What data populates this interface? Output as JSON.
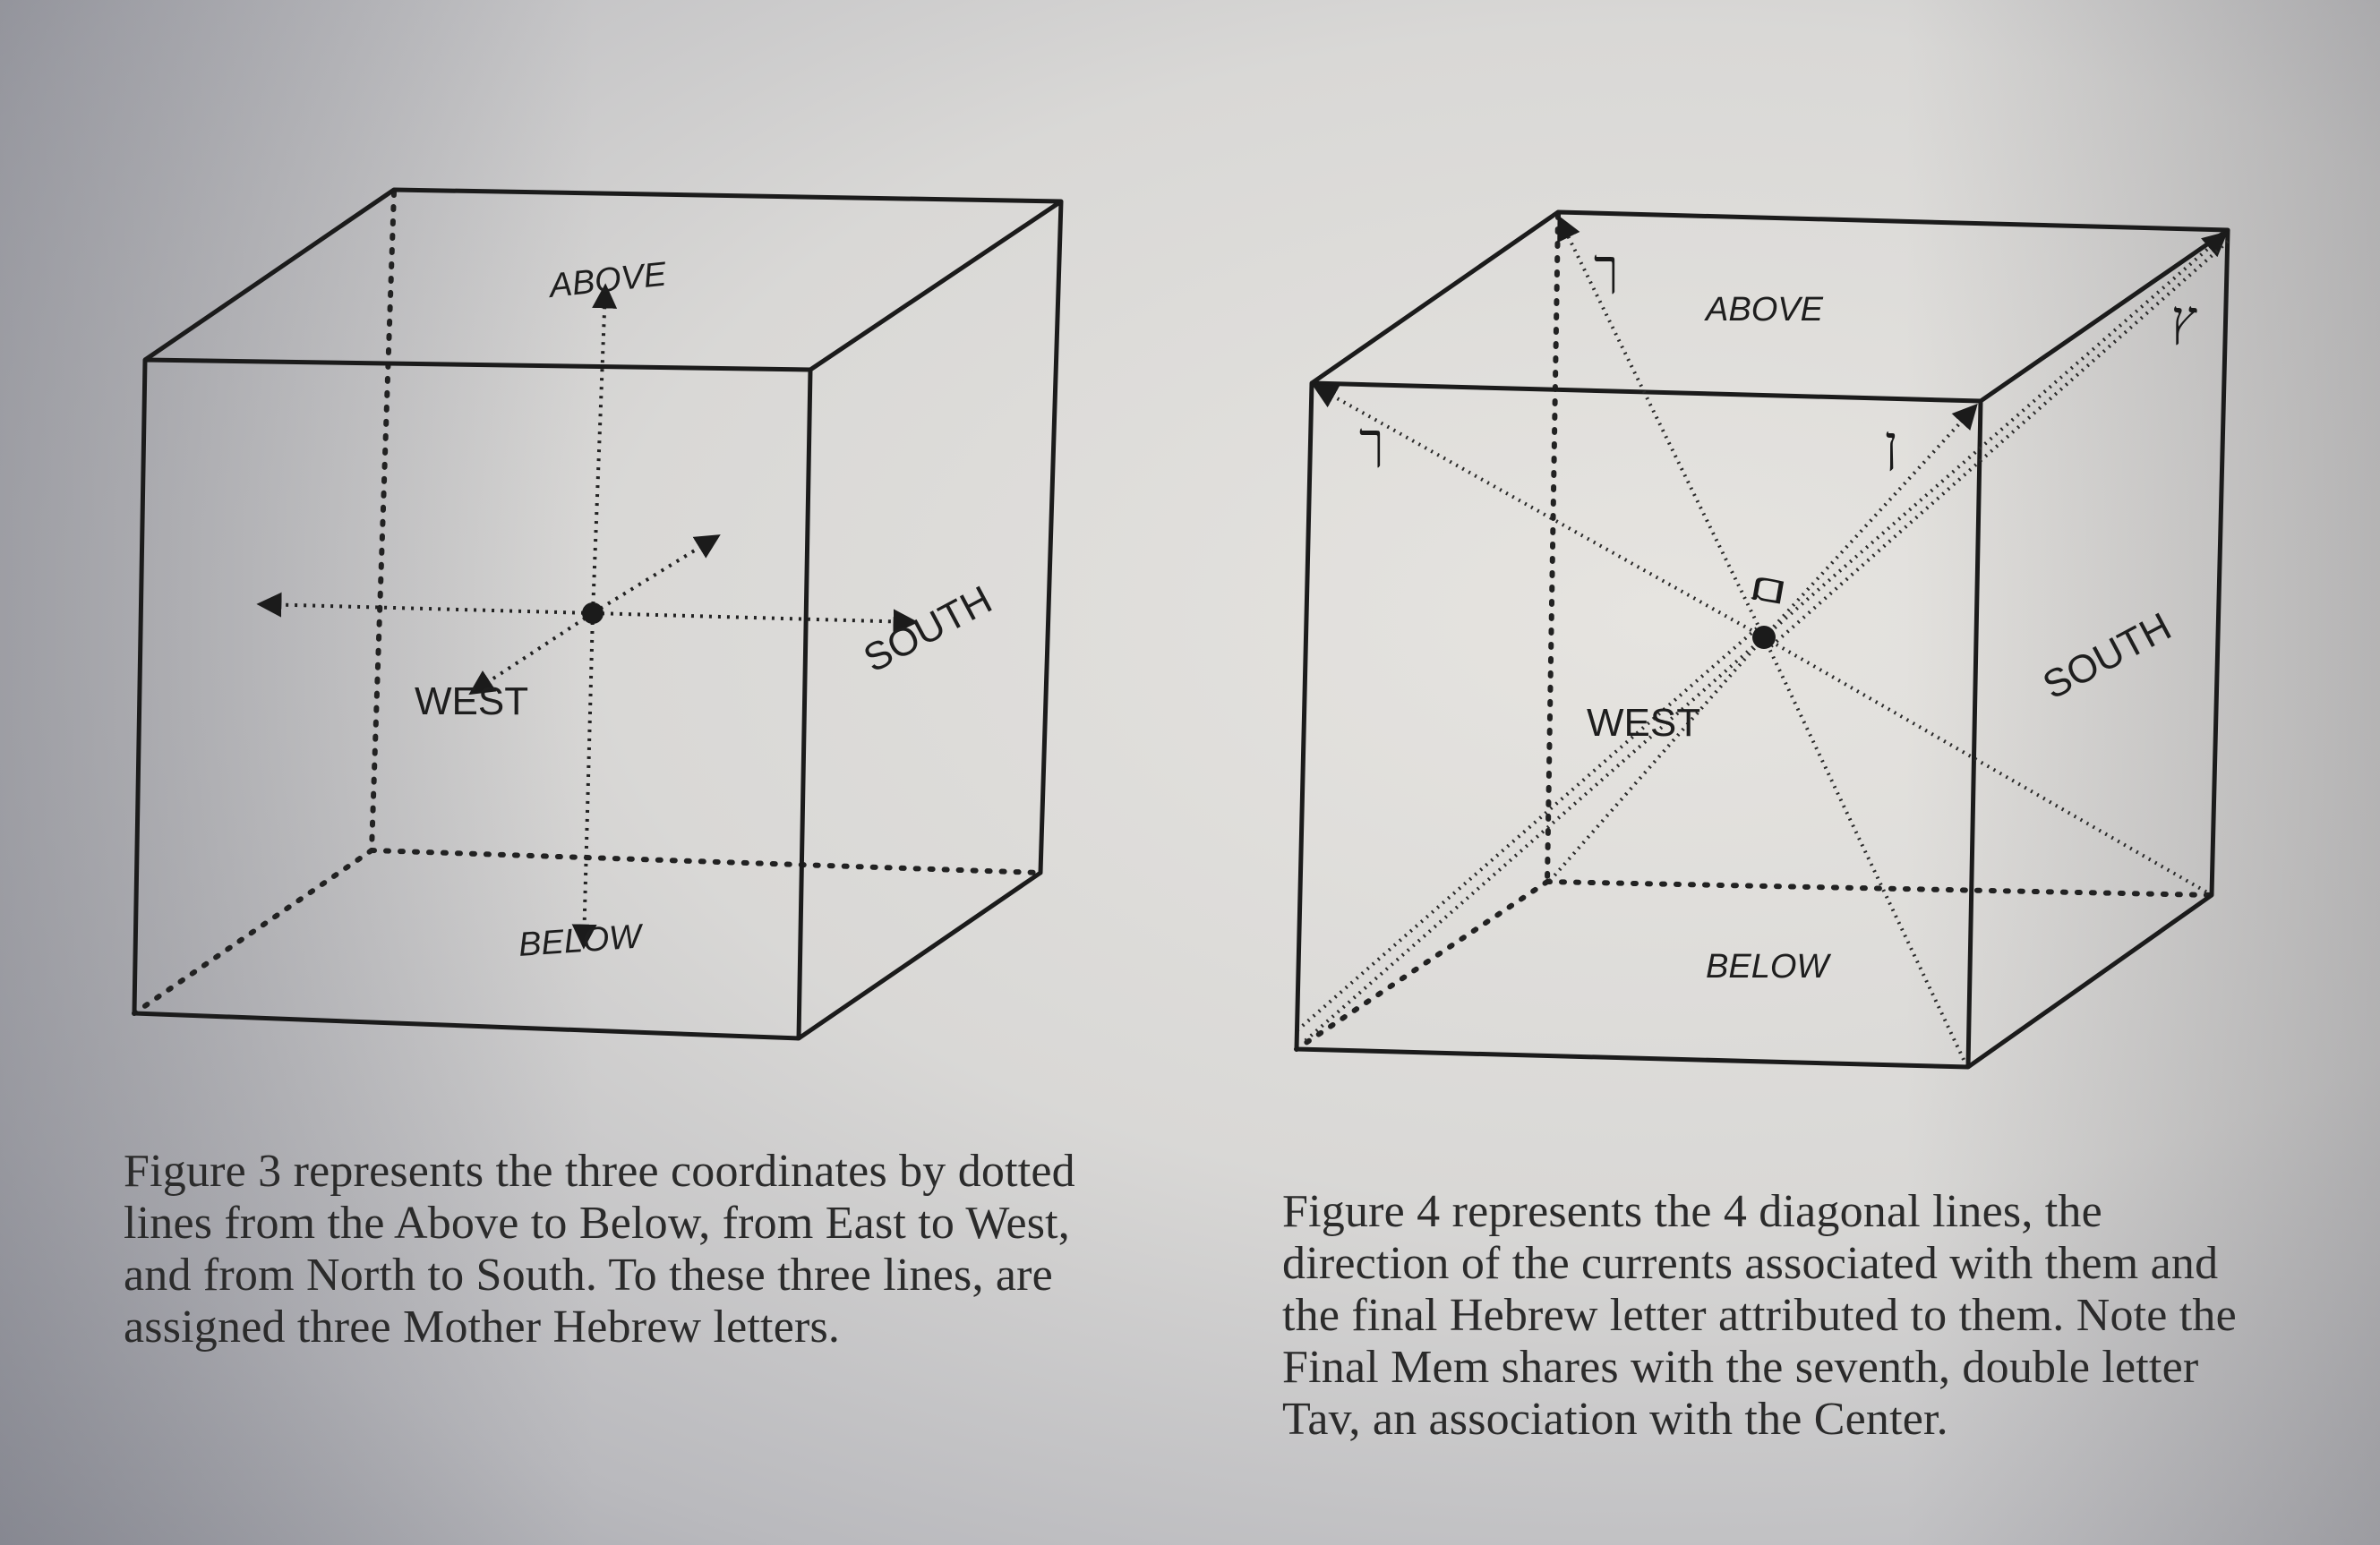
{
  "figure3": {
    "labels": {
      "above": "ABOVE",
      "below": "BELOW",
      "west": "WEST",
      "south": "SOUTH"
    },
    "caption_lines": [
      "Figure 3 represents the three coordinates by dotted",
      "lines from the Above to Below, from East to West,",
      "and from North to South. To these three lines, are",
      "assigned three Mother Hebrew letters."
    ]
  },
  "figure4": {
    "labels": {
      "above": "ABOVE",
      "below": "BELOW",
      "west": "WEST",
      "south": "SOUTH"
    },
    "hebrew_letters": {
      "top_left_back": "ך",
      "top_right_back": "ץ",
      "top_left_front": "ך",
      "top_right_front": "ן",
      "center": "ם"
    },
    "caption_lines": [
      "Figure 4 represents the 4 diagonal lines, the",
      "direction of the currents associated with them and",
      "the final Hebrew letter attributed to them. Note the",
      "Final Mem shares with the seventh, double letter",
      "Tav, an association with the Center."
    ]
  }
}
